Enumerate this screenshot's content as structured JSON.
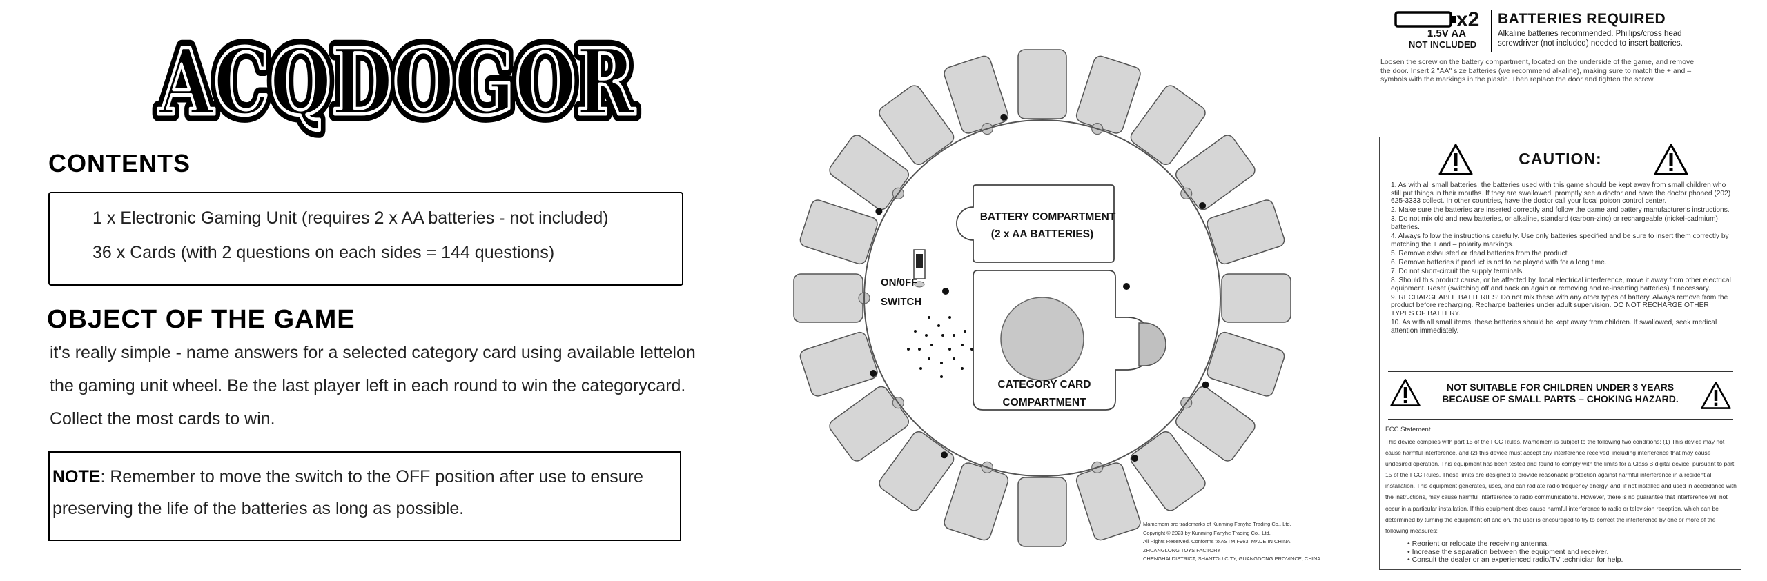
{
  "logo": {
    "text": "ACQDOGOR"
  },
  "contents": {
    "heading": "CONTENTS",
    "lines": [
      "1 x Electronic Gaming Unit (requires 2 x AA batteries - not included)",
      "36 x Cards (with 2 questions on each sides = 144 questions)"
    ]
  },
  "objective": {
    "heading": "OBJECT OF THE GAME",
    "lines": [
      "it's really simple - name answers for a selected category card using available lettelon",
      "the gaming unit wheel. Be the last player left in each round to win the categorycard.",
      "Collect the most cards to win."
    ]
  },
  "note": {
    "label": "NOTE",
    "line1": ": Remember to move the switch to the OFF position after use to ensure",
    "line2": "preserving the life of the batteries as long as possible."
  },
  "device": {
    "battery_compartment_line1": "BATTERY COMPARTMENT",
    "battery_compartment_line2": "(2 x AA BATTERIES)",
    "switch_line1": "ON/0FF",
    "switch_line2": "SWITCH",
    "category_line1": "CATEGORY CARD",
    "category_line2": "COMPARTMENT"
  },
  "credits": [
    "Mamemem are trademarks of Kunming Fanyhe Trading Co., Ltd.",
    "Copyright © 2023 by Kunming Fanyhe Trading Co., Ltd.",
    "All Rights Reserved. Conforms to ASTM F963. MADE IN CHINA.",
    "ZHUANGLONG TOYS FACTORY",
    "CHENGHAI DISTRICT, SHANTOU CITY, GUANGDONG PROVINCE, CHINA"
  ],
  "batteries": {
    "qty": "x2",
    "size": "1.5V AA",
    "not_included": "NOT INCLUDED",
    "title": "BATTERIES REQUIRED",
    "recommendation": "Alkaline batteries recommended. Phillips/cross head screwdriver (not included) needed to insert batteries.",
    "instructions": "Loosen the screw on the battery compartment, located on the underside of the game, and remove the door. Insert 2 \"AA\" size batteries (we recommend alkaline), making sure to match the + and – symbols with the markings in the plastic. Then replace the door and tighten the screw."
  },
  "caution": {
    "title": "CAUTION:",
    "items": [
      "1. As with all small batteries, the batteries used with this game should be kept away from small children who still put things in their mouths. If they are swallowed, promptly see a doctor and have the doctor phoned (202) 625-3333 collect. In other countries, have the doctor call your local poison control center.",
      "2. Make sure the batteries are inserted correctly and follow the game and battery manufacturer's instructions.",
      "3. Do not mix old and new batteries, or alkaline, standard (carbon-zinc) or rechargeable (nickel-cadmium) batteries.",
      "4. Always follow the instructions carefully. Use only batteries specified and be sure to insert them correctly by matching the + and – polarity markings.",
      "5. Remove exhausted or dead batteries from the product.",
      "6. Remove batteries if product is not to be played with for a long time.",
      "7. Do not short-circuit the supply terminals.",
      "8. Should this product cause, or be affected by, local electrical interference, move it away from other electrical equipment. Reset (switching off and back on again or removing and re-inserting batteries) if necessary.",
      "9. RECHARGEABLE BATTERIES: Do not mix these with any other types of battery. Always remove from the product before recharging. Recharge batteries under adult supervision. DO NOT RECHARGE OTHER TYPES OF BATTERY.",
      "10. As with all small items, these batteries should be kept away from children. If swallowed, seek medical attention immediately."
    ],
    "choking_line1": "NOT SUITABLE FOR CHILDREN UNDER 3 YEARS",
    "choking_line2": "BECAUSE OF SMALL PARTS – CHOKING HAZARD."
  },
  "fcc": {
    "title": "FCC Statement",
    "text": "This device complies with part 15 of the FCC Rules. Mamemem is subject to the following two conditions: (1) This device may not cause harmful interference, and (2) this device must accept any interference received, including interference that may cause undesired operation. This equipment has been tested and found to comply with the limits for a Class B digital device, pursuant to part 15 of the FCC Rules. These limits are designed to provide reasonable protection against harmful interference in a residential installation. This equipment generates, uses, and can radiate radio frequency energy, and, if not installed and used in accordance with the instructions, may cause harmful interference to radio communications. However, there is no guarantee that interference will not occur in a particular installation. If this equipment does cause harmful interference to radio or television reception, which can be determined by turning the equipment off and on, the user is encouraged to try to correct the interference by one or more of the following measures:",
    "measures": [
      "Reorient or relocate the receiving antenna.",
      "Increase the separation between the equipment and receiver.",
      "Consult the dealer or an experienced radio/TV technician for help."
    ]
  }
}
